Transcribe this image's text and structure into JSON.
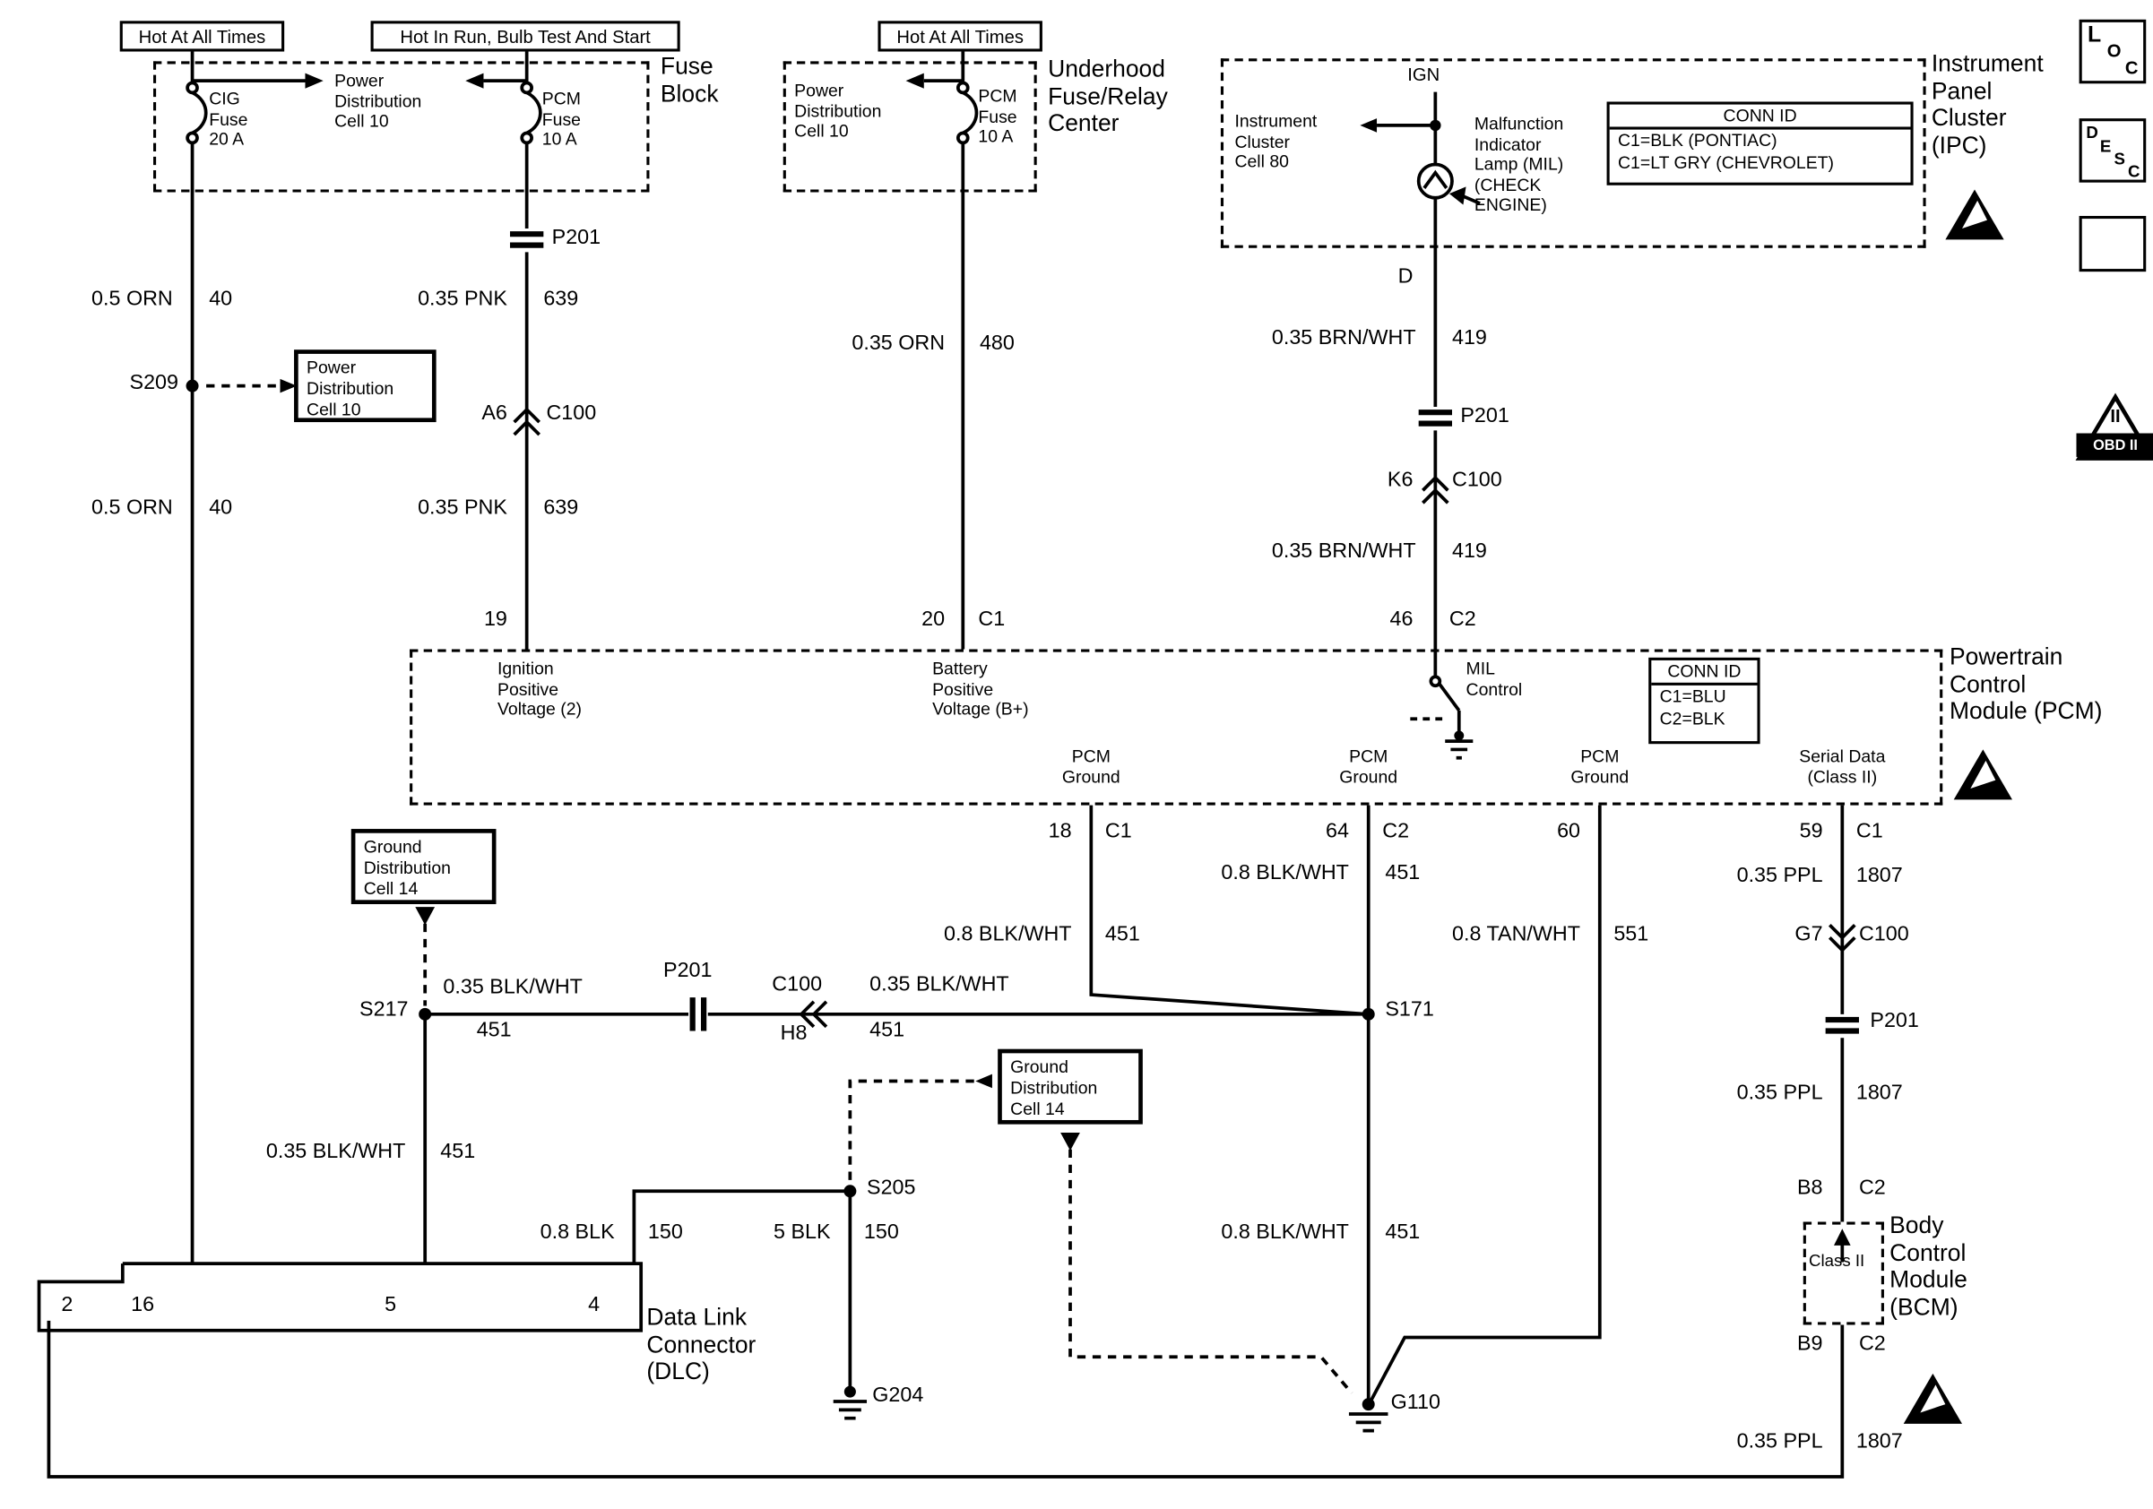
{
  "colors": {
    "line": "#000000",
    "background": "#ffffff"
  },
  "banners": {
    "hot_at_all_times_left": "Hot At All Times",
    "hot_in_run": "Hot In Run, Bulb Test And Start",
    "hot_at_all_times_mid": "Hot At All Times"
  },
  "fuse_block": {
    "title": "Fuse\nBlock",
    "cig_fuse": "CIG\nFuse\n20 A",
    "power_distribution": "Power\nDistribution\nCell 10",
    "pcm_fuse": "PCM\nFuse\n10 A"
  },
  "underhood_center": {
    "title": "Underhood\nFuse/Relay\nCenter",
    "power_distribution": "Power\nDistribution\nCell 10",
    "pcm_fuse": "PCM\nFuse\n10 A"
  },
  "ipc": {
    "title": "Instrument\nPanel\nCluster\n(IPC)",
    "instrument_cluster": "Instrument\nCluster\nCell 80",
    "ign": "IGN",
    "mil": "Malfunction\nIndicator\nLamp (MIL)\n(CHECK\nENGINE)",
    "conn_id": {
      "title": "CONN ID",
      "rows": [
        "C1=BLK (PONTIAC)",
        "C1=LT GRY (CHEVROLET)"
      ]
    },
    "pin_d": "D"
  },
  "pcm": {
    "title": "Powertrain\nControl\nModule (PCM)",
    "ignition_voltage": "Ignition\nPositive\nVoltage (2)",
    "battery_voltage": "Battery\nPositive\nVoltage (B+)",
    "mil_control": "MIL\nControl",
    "conn_id": {
      "title": "CONN ID",
      "rows": [
        "C1=BLU",
        "C2=BLK"
      ]
    },
    "pcm_ground_1": "PCM\nGround",
    "pcm_ground_2": "PCM\nGround",
    "pcm_ground_3": "PCM\nGround",
    "serial_data": "Serial Data\n(Class II)"
  },
  "bcm": {
    "title": "Body\nControl\nModule\n(BCM)",
    "class_2": "Class II"
  },
  "dlc": {
    "title": "Data Link\nConnector\n(DLC)",
    "pin_2": "2",
    "pin_16": "16",
    "pin_5": "5",
    "pin_4": "4"
  },
  "refs": {
    "power_distribution_cell10": "Power\nDistribution\nCell 10",
    "ground_distribution_cell14_left": "Ground\nDistribution\nCell 14",
    "ground_distribution_cell14_mid": "Ground\nDistribution\nCell 14"
  },
  "splices": {
    "s209": "S209",
    "s217": "S217",
    "s171": "S171",
    "s205": "S205"
  },
  "grounds": {
    "g204": "G204",
    "g110": "G110"
  },
  "connectors": {
    "p201_fuse_block": "P201",
    "p201_ipc": "P201",
    "p201_mid": "P201",
    "p201_right": "P201",
    "a6": "A6",
    "c100_a6": "C100",
    "k6": "K6",
    "c100_k6": "C100",
    "h8": "H8",
    "c100_h8": "C100",
    "g7": "G7",
    "c100_g7": "C100",
    "b8": "B8",
    "b8_conn": "C2",
    "b9": "B9",
    "b9_conn": "C2"
  },
  "pins": {
    "pin_19": "19",
    "pin_20": "20",
    "pin_20_conn": "C1",
    "pin_46": "46",
    "pin_46_conn": "C2",
    "pin_18": "18",
    "pin_18_conn": "C1",
    "pin_64": "64",
    "pin_64_conn": "C2",
    "pin_60": "60",
    "pin_59": "59",
    "pin_59_conn": "C1"
  },
  "wires": {
    "orn_top": {
      "gauge": "0.5 ORN",
      "circuit": "40"
    },
    "orn_bottom": {
      "gauge": "0.5 ORN",
      "circuit": "40"
    },
    "pnk_top": {
      "gauge": "0.35 PNK",
      "circuit": "639"
    },
    "pnk_bottom": {
      "gauge": "0.35 PNK",
      "circuit": "639"
    },
    "orn_480": {
      "gauge": "0.35 ORN",
      "circuit": "480"
    },
    "brnwht_top": {
      "gauge": "0.35 BRN/WHT",
      "circuit": "419"
    },
    "brnwht_bottom": {
      "gauge": "0.35 BRN/WHT",
      "circuit": "419"
    },
    "blkwht_pin64": {
      "gauge": "0.8 BLK/WHT",
      "circuit": "451"
    },
    "blkwht_pin18": {
      "gauge": "0.8 BLK/WHT",
      "circuit": "451"
    },
    "tanwht_pin60": {
      "gauge": "0.8 TAN/WHT",
      "circuit": "551"
    },
    "ppl_top": {
      "gauge": "0.35 PPL",
      "circuit": "1807"
    },
    "ppl_mid": {
      "gauge": "0.35 PPL",
      "circuit": "1807"
    },
    "ppl_bottom": {
      "gauge": "0.35 PPL",
      "circuit": "1807"
    },
    "blkwht_s217_left": {
      "gauge": "0.35 BLK/WHT",
      "circuit": "451"
    },
    "blkwht_s217_right": {
      "gauge": "0.35 BLK/WHT",
      "circuit": "451"
    },
    "blkwht_dlc5": {
      "gauge": "0.35 BLK/WHT",
      "circuit": "451"
    },
    "blkwht_g110": {
      "gauge": "0.8 BLK/WHT",
      "circuit": "451"
    },
    "blk_150": {
      "gauge": "0.8 BLK",
      "circuit": "150"
    },
    "blk_150_gnd": {
      "gauge": "5 BLK",
      "circuit": "150"
    }
  },
  "legend": {
    "loc": {
      "l": "L",
      "o": "O",
      "c": "C"
    },
    "desc": {
      "d": "D",
      "e": "E",
      "s": "S",
      "c": "C"
    },
    "obd": {
      "numeral": "II",
      "label": "OBD II"
    }
  }
}
